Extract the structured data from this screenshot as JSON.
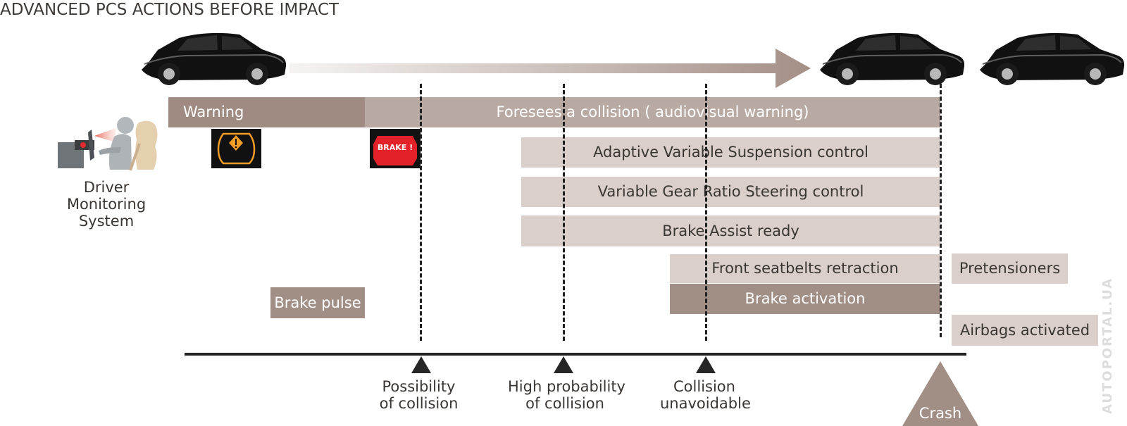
{
  "title": "ADVANCED PCS ACTIONS BEFORE IMPACT",
  "driver_monitoring": {
    "line1": "Driver Monitoring",
    "line2": "System"
  },
  "bars": {
    "warning": "Warning",
    "foresees": "Foresees a collision ( audiovisual warning)",
    "suspension": "Adaptive Variable Suspension control",
    "steering": "Variable Gear Ratio Steering control",
    "brake_assist": "Brake Assist ready",
    "seatbelts": "Front seatbelts retraction",
    "brake_activation": "Brake activation",
    "brake_pulse": "Brake pulse",
    "pretensioners": "Pretensioners",
    "airbags": "Airbags activated"
  },
  "icons": {
    "warning_icon": "warning-airbag-icon",
    "brake_icon": "brake-warning-icon",
    "brake_icon_text": "BRAKE !"
  },
  "milestones": {
    "possibility_line1": "Possibility",
    "possibility_line2": "of collision",
    "high_line1": "High probability",
    "high_line2": "of collision",
    "unavoidable_line1": "Collision",
    "unavoidable_line2": "unavoidable",
    "crash": "Crash"
  },
  "watermark": "AUTOPORTAL.UA",
  "colors": {
    "taupe_dark": "#a18f86",
    "taupe_mid": "#b8aaa2",
    "taupe_light": "#dacfca",
    "timeline": "#232323",
    "car_black": "#141414"
  }
}
